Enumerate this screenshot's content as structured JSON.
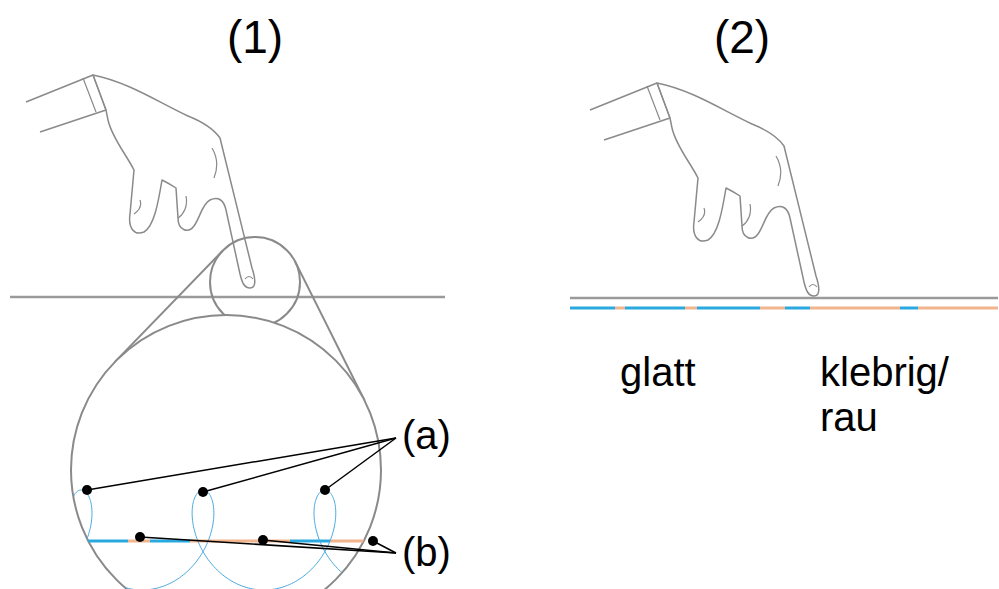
{
  "diagram": {
    "labels": [
      "(1)",
      "(2)",
      "(a)",
      "(b)",
      "glatt",
      "klebrig/ rau"
    ]
  }
}
